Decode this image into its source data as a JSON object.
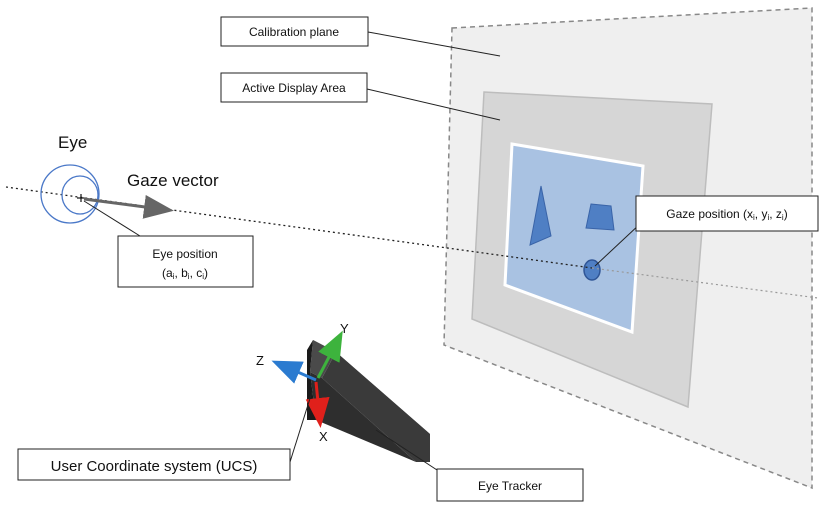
{
  "labels": {
    "eye": "Eye",
    "gaze_vector": "Gaze vector",
    "calibration_plane": "Calibration plane",
    "active_display_area": "Active Display Area",
    "eye_position_line1": "Eye position",
    "eye_position_line2": "(a",
    "eye_position_sub_a": "i",
    "eye_position_b": ", b",
    "eye_position_sub_b": "i",
    "eye_position_c": ", c",
    "eye_position_sub_c": "i",
    "eye_position_close": ")",
    "gaze_position_prefix": "Gaze position (x",
    "gaze_position_sub_x": "i",
    "gaze_position_y": ", y",
    "gaze_position_sub_y": "i",
    "gaze_position_z": ", z",
    "gaze_position_sub_z": "i",
    "gaze_position_close": ")",
    "axis_x": "X",
    "axis_y": "Y",
    "axis_z": "Z",
    "ucs": "User Coordinate system (UCS)",
    "eye_tracker": "Eye Tracker"
  },
  "colors": {
    "axis_x": "#e0201b",
    "axis_y": "#3db33d",
    "axis_z": "#2b7bd0",
    "display_fill": "#a9c2e2",
    "shape_fill": "#4f7fc4",
    "tracker_dark": "#333333"
  }
}
